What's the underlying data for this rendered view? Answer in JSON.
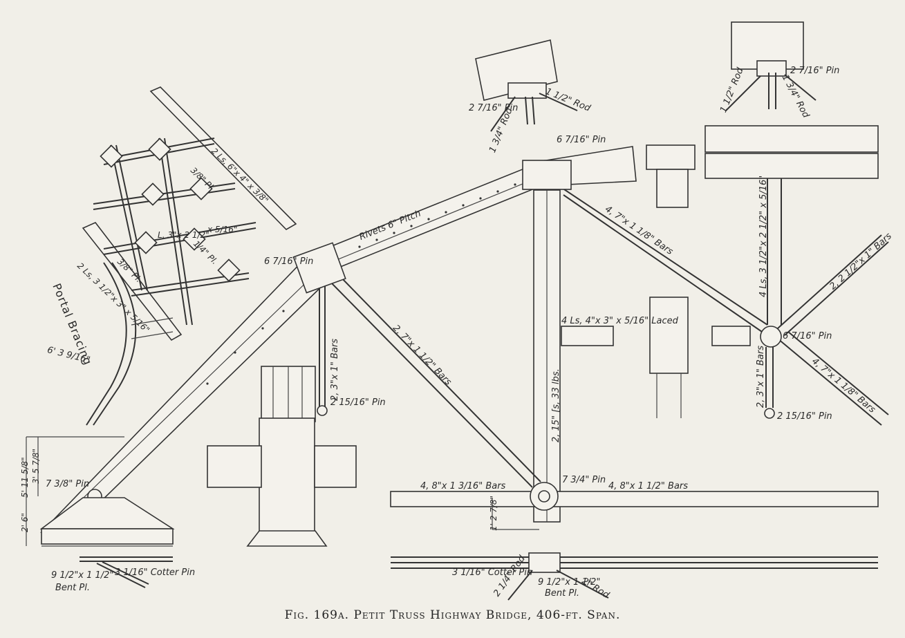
{
  "caption": "Fig. 169a.  Petit Truss Highway Bridge, 406-ft. Span.",
  "labels": {
    "pin_top_right": "6 7/16\" Pin",
    "pin_left_mid": "6 7/16\" Pin",
    "rivets": "Rivets 6\" Pitch",
    "diag_bars_right": "4, 7\"x 1 1/8\" Bars",
    "diag_bars_mid": "2, 7\"x 1 1/2\" Bars",
    "hanger_bars": "2, 3\"x 1\" Bars",
    "hanger_pin": "2 15/16\" Pin",
    "vertical_post": "2, 15\" [s, 33 lbs.",
    "laced": "4 Ls, 4\"x 3\" x 5/16\" Laced",
    "bottom_bars_left": "4, 8\"x 1 3/16\" Bars",
    "bottom_bars_right": "4, 8\"x 1 1/2\" Bars",
    "bottom_pin": "7 3/4\" Pin",
    "pin_end": "7 3/8\" Pin",
    "dim_end_1": "5' 11 5/8\"",
    "dim_end_2": "3' 5 7/8\"",
    "dim_end_3": "2' 6\"",
    "dim_bottom": "1' 2 7/8\"",
    "detail_pin_a": "2 7/16\" Pin",
    "detail_rod_a": "1 1/2\" Rod",
    "detail_rod_b": "1 3/4\" Rod",
    "detail_pin_b": "2 7/16\" Pin",
    "detail_rod_c": "1 1/2\" Rod",
    "detail_rod_d": "1 3/4\" Rod",
    "right_post": "4 Ls, 3 1/2\"x 2 1/2\" x 5/16\"",
    "right_bars_up": "2, 2 1/2\"x 1\" Bars",
    "right_pin": "6 7/16\" Pin",
    "right_bars_down": "4, 7\"x 1 1/8\" Bars",
    "right_hanger": "2, 3\"x 1\" Bars",
    "right_hanger_pin": "2 15/16\" Pin",
    "portal_bracing": "Portal Bracing",
    "portal_dim": "6' 3 9/16\"",
    "portal_top": "2 Ls, 6\"x 4\" x 3/8\"",
    "portal_pl": "3/8\" Pl.",
    "portal_angle": "L, 3\"x 2 1/2\"",
    "portal_small": "x 5/16\"",
    "portal_pl2": "1/4\" Pl.",
    "portal_left": "2 Ls, 3 1/2\"x 3\" x 5/16\"",
    "portal_pl3": "3/8\" Pl.",
    "cotter_left": "3 1/16\" Cotter Pin",
    "bent_left_1": "9 1/2\"x 1 1/2\"",
    "bent_left_2": "Bent Pl.",
    "cotter_right": "3 1/16\" Cotter Pin",
    "rod_right_a": "2 1/4\" Rod",
    "bent_right_1": "9 1/2\"x 1 1/2\"",
    "bent_right_2": "Bent Pl.",
    "rod_right_b": "2\" Rod"
  },
  "colors": {
    "ink": "#333333",
    "paper": "#f1efe8"
  }
}
